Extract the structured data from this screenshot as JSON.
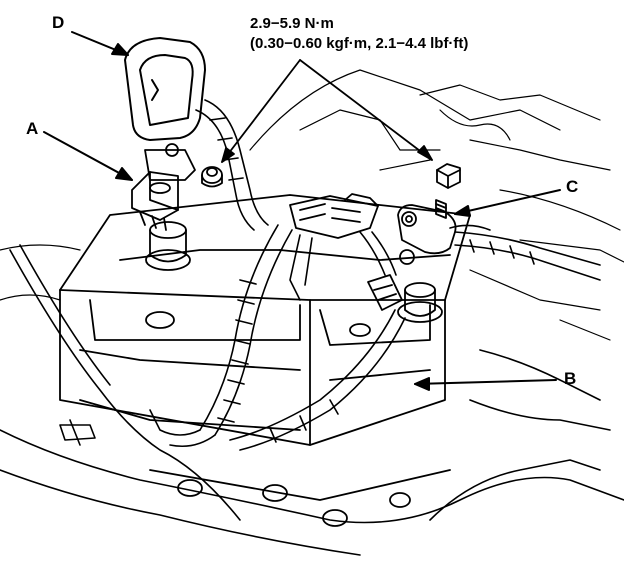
{
  "torque_spec": {
    "line1": "2.9−5.9 N·m",
    "line2": "(0.30−0.60 kgf·m, 2.1−4.4 lbf·ft)"
  },
  "callouts": {
    "a": "A",
    "b": "B",
    "c": "C",
    "d": "D"
  },
  "colors": {
    "ink": "#000000",
    "paper": "#ffffff"
  }
}
